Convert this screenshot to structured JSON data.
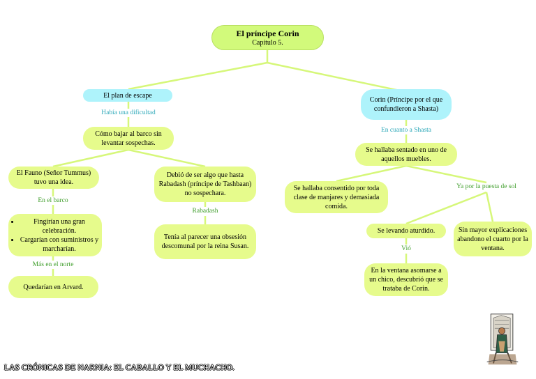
{
  "root": {
    "title": "El príncipe Corin",
    "subtitle": "Capítulo 5."
  },
  "left": {
    "main": "El plan de escape",
    "link1": "Había una dificultad",
    "node2": "Cómo bajar al barco sin levantar sospechas.",
    "fauno": "El Fauno (Señor Tummus) tuvo una idea.",
    "link_barco": "En el barco",
    "list": [
      "Fingirían una gran celebración.",
      "Cargarían con suministros y marcharían."
    ],
    "link_norte": "Más en el norte",
    "arvard": "Quedarían en Arvard.",
    "debio": "Debió de ser algo que hasta Rabadash (príncipe de Tashbaan) no sospechara.",
    "link_rabadash": "Rabadash",
    "obsesion": "Tenía al parecer una obsesión descomunal por la reina Susan."
  },
  "right": {
    "main": "Corin (Príncipe por el que confundieron a Shasta)",
    "link1": "En cuanto a Shasta",
    "sentado": "Se hallaba sentado en uno de aquellos muebles.",
    "consentido": "Se hallaba consentido por toda clase de manjares y demasiada comida.",
    "link_puesta": "Ya por la puesta de sol",
    "levanto": "Se levando aturdido.",
    "link_vio": "Vió",
    "ventana": "En la ventana asomarse a un chico, descubrió que se trataba de Corin.",
    "abandono": "Sin mayor explicaciones abandono el cuarto por la ventana."
  },
  "footer": "LAS CRÓNICAS DE NARNIA: EL CABALLO Y EL MUCHACHO.",
  "colors": {
    "node": "#e6fb8c",
    "blue_node": "#aef3fb",
    "line": "#d6f77a",
    "teal_text": "#2aa7b8",
    "green_text": "#3c9c28"
  }
}
